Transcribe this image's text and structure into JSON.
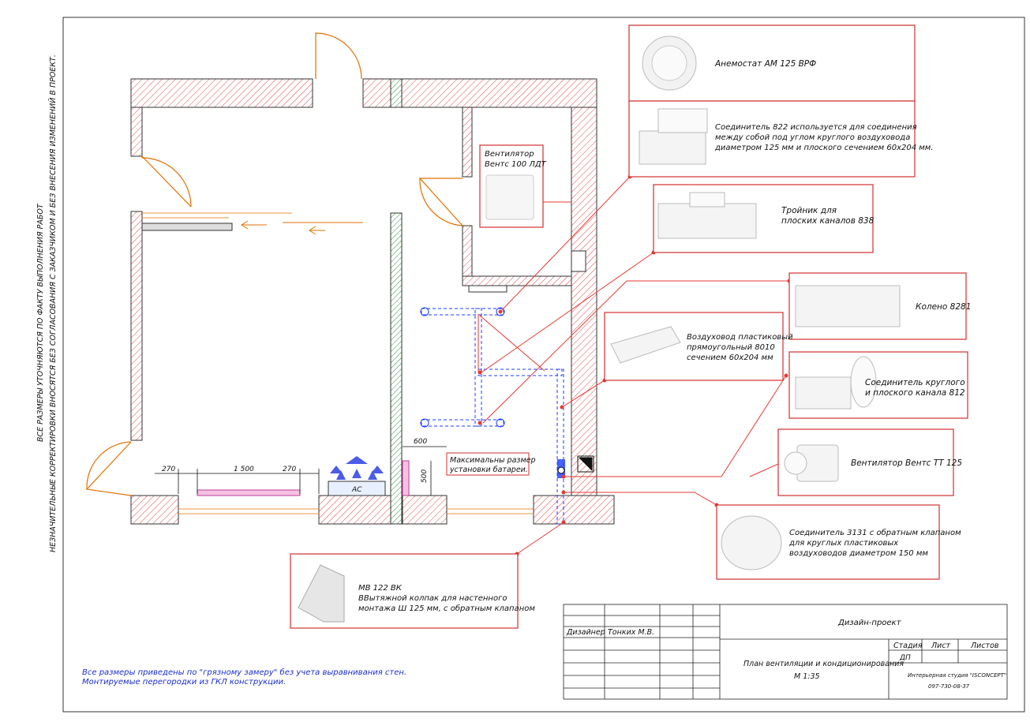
{
  "side_note": {
    "line1": "ВСЕ РАЗМЕРЫ УТОЧНЯЮТСЯ ПО ФАКТУ ВЫПОЛНЕНИЯ РАБОТ",
    "line2": "НЕЗНАЧИТЕЛЬНЫЕ КОРРЕКТИРОВКИ ВНОСЯТСЯ БЕЗ СОГЛАСОВАНИЯ С ЗАКАЗЧИКОМ И БЕЗ ВНЕСЕНИЯ ИЗМЕНЕНИЙ В ПРОЕКТ."
  },
  "callouts": {
    "anemostat": "Анемостат АМ 125 ВРФ",
    "connector822": [
      "Соединитель 822 используется для соединения",
      "между собой под углом круглого воздуховода",
      "диаметром 125 мм и плоского сечением 60х204 мм."
    ],
    "fan100": [
      "Вентилятор",
      "Вентс 100 ЛДТ"
    ],
    "tee838": [
      "Тройник для",
      "плоских каналов 838"
    ],
    "elbow": "Колено 8281",
    "duct8010": [
      "Воздуховод пластиковый",
      "прямоугольный 8010",
      "сечением 60х204 мм"
    ],
    "connector812": [
      "Соединитель круглого",
      "и плоского канала 812"
    ],
    "fanTT": "Вентилятор Вентс ТТ 125",
    "connector3131": [
      "Соединитель 3131 с обратным клапаном",
      "для круглых пластиковых",
      "воздуховодов диаметром 150 мм"
    ],
    "hood": [
      "МВ 122 ВК",
      "ВВытяжной колпак для настенного",
      "монтажа Ш 125 мм, с обратным клапаном"
    ],
    "battery": [
      "Максимальны размер",
      "установки батареи."
    ]
  },
  "dimensions": {
    "d270a": "270",
    "d1500": "1 500",
    "d270b": "270",
    "d600": "600",
    "d500": "500",
    "ac": "АС"
  },
  "title_block": {
    "designer_label": "Дизайнер",
    "designer_name": "Тонких М.В.",
    "project": "Дизайн-проект",
    "stage_label": "Стадия",
    "sheet_label": "Лист",
    "sheets_label": "Листов",
    "stage_value": "ДП",
    "drawing_title": "План вентиляции и кондиционирования",
    "scale": "М 1:35",
    "studio": "Интерьерная студия \"ISCONCEPT\"",
    "phone": "097-730-08-37"
  },
  "bottom_note": {
    "line1": "Все размеры приведены по \"грязному замеру\" без учета выравнивания стен.",
    "line2": "Монтируемые перегородки из ГКЛ конструкции."
  }
}
